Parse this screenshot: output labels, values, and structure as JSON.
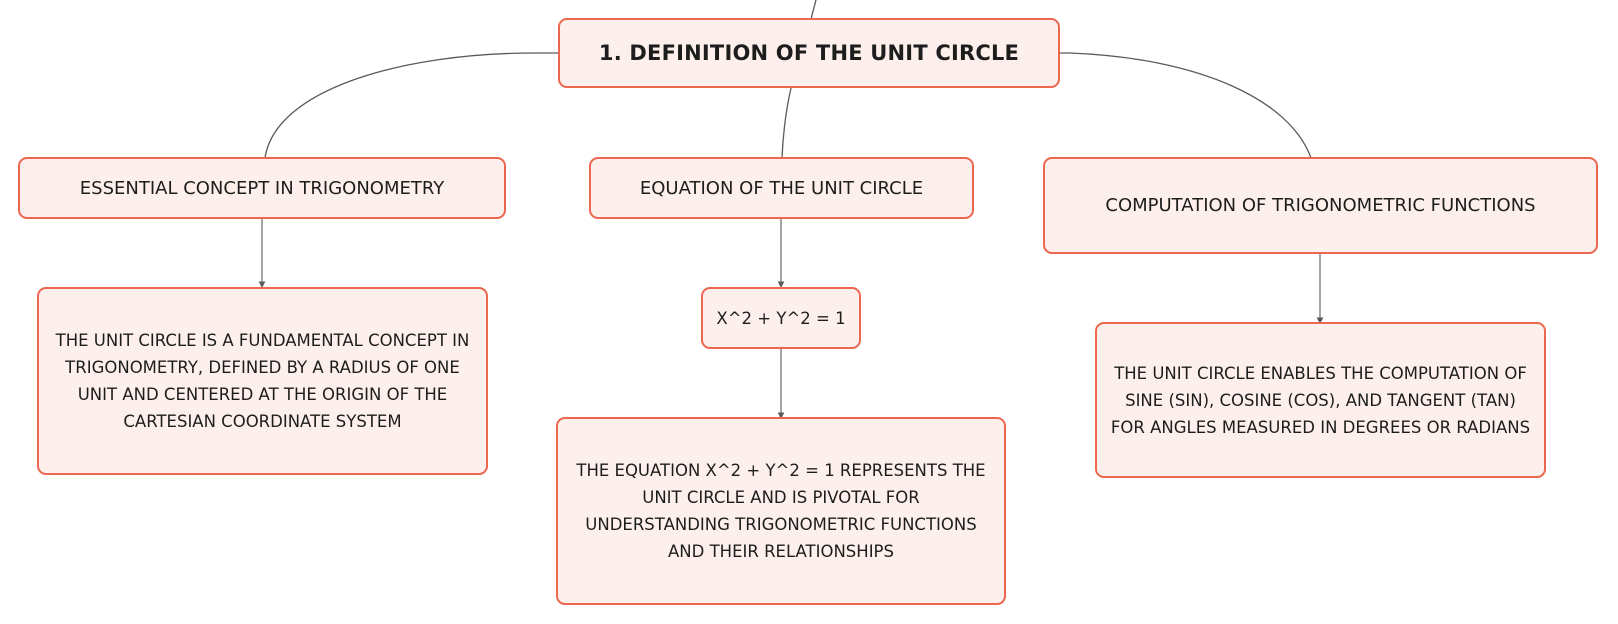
{
  "colors": {
    "node_fill": "#fdf0ec",
    "node_border": "#ec6650",
    "connector": "#5a5a5a",
    "text": "#1d1d1d"
  },
  "mindmap": {
    "root": {
      "label": "1. DEFINITION OF THE UNIT CIRCLE"
    },
    "branches": [
      {
        "label": "ESSENTIAL CONCEPT IN TRIGONOMETRY",
        "detail": "THE UNIT CIRCLE IS A FUNDAMENTAL CONCEPT IN TRIGONOMETRY, DEFINED BY A RADIUS OF ONE UNIT AND CENTERED AT THE ORIGIN OF THE CARTESIAN COORDINATE SYSTEM"
      },
      {
        "label": "EQUATION OF THE UNIT CIRCLE",
        "sub": "X^2 + Y^2 = 1",
        "detail": "THE EQUATION X^2 + Y^2 = 1 REPRESENTS THE UNIT CIRCLE AND IS PIVOTAL FOR UNDERSTANDING TRIGONOMETRIC FUNCTIONS AND THEIR RELATIONSHIPS"
      },
      {
        "label": "COMPUTATION OF TRIGONOMETRIC FUNCTIONS",
        "detail": "THE UNIT CIRCLE ENABLES THE COMPUTATION OF SINE (SIN), COSINE (COS), AND TANGENT (TAN) FOR ANGLES MEASURED IN DEGREES OR RADIANS"
      }
    ]
  }
}
